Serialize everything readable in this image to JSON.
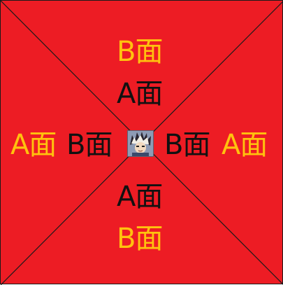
{
  "board": {
    "background": "#ed1c24",
    "line_color": "#1a1a1a",
    "label_colors": {
      "outer": "#ffc20e",
      "inner": "#111111"
    }
  },
  "labels": {
    "top_outer": "B面",
    "top_inner": "A面",
    "left_outer": "A面",
    "left_inner": "B面",
    "right_inner": "B面",
    "right_outer": "A面",
    "bottom_inner": "A面",
    "bottom_outer": "B面"
  },
  "center_icon": "spiky-hair-character-avatar-icon"
}
